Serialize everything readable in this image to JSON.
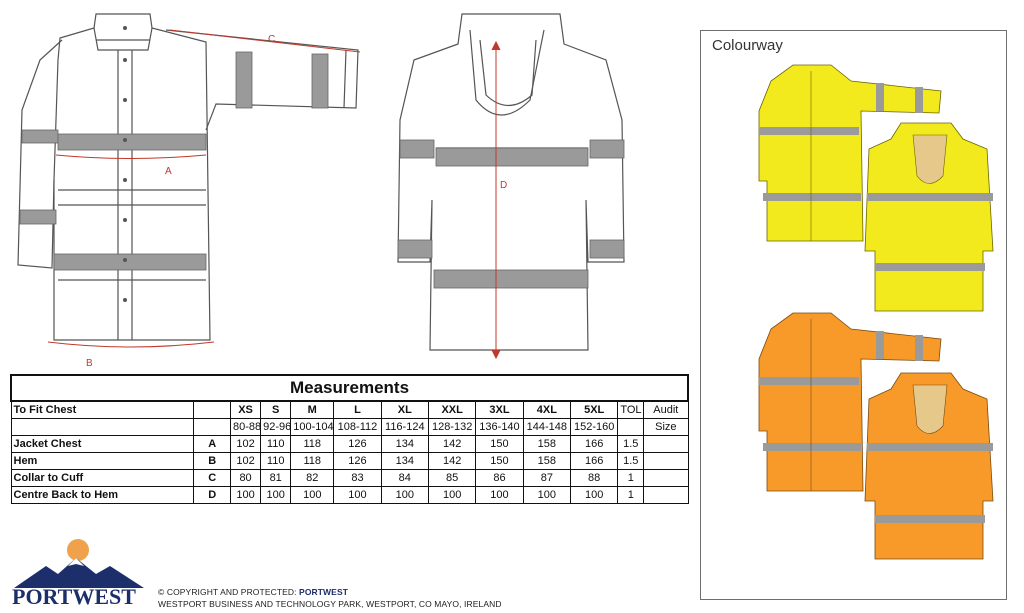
{
  "colourway_title": "Colourway",
  "measurements": {
    "title": "Measurements",
    "fit_label": "To Fit Chest",
    "sizes": [
      "XS",
      "S",
      "M",
      "L",
      "XL",
      "XXL",
      "3XL",
      "4XL",
      "5XL"
    ],
    "chest_ranges": [
      "80-88",
      "92-96",
      "100-104",
      "108-112",
      "116-124",
      "128-132",
      "136-140",
      "144-148",
      "152-160"
    ],
    "tol_label": "TOL",
    "audit_label": "Audit",
    "audit_sub": "Size",
    "rows": [
      {
        "label": "Jacket Chest",
        "letter": "A",
        "values": [
          "102",
          "110",
          "118",
          "126",
          "134",
          "142",
          "150",
          "158",
          "166"
        ],
        "tol": "1.5"
      },
      {
        "label": "Hem",
        "letter": "B",
        "values": [
          "102",
          "110",
          "118",
          "126",
          "134",
          "142",
          "150",
          "158",
          "166"
        ],
        "tol": "1.5"
      },
      {
        "label": "Collar to Cuff",
        "letter": "C",
        "values": [
          "80",
          "81",
          "82",
          "83",
          "84",
          "85",
          "86",
          "87",
          "88"
        ],
        "tol": "1"
      },
      {
        "label": "Centre Back to Hem",
        "letter": "D",
        "values": [
          "100",
          "100",
          "100",
          "100",
          "100",
          "100",
          "100",
          "100",
          "100"
        ],
        "tol": "1"
      }
    ]
  },
  "diagram_labels": {
    "a": "A",
    "b": "B",
    "c": "C",
    "d": "D"
  },
  "logo_text": "PORTWEST",
  "footer": {
    "copyright_prefix": "© COPYRIGHT AND PROTECTED: ",
    "brand": "PORTWEST",
    "address": "WESTPORT BUSINESS AND TECHNOLOGY PARK, WESTPORT, CO MAYO, IRELAND"
  },
  "colors": {
    "accent_red": "#c0392b",
    "yellow": "#f2ea1c",
    "orange": "#f79a2a",
    "reflective": "#9a9a9a",
    "brand_blue": "#1d2f6b"
  }
}
